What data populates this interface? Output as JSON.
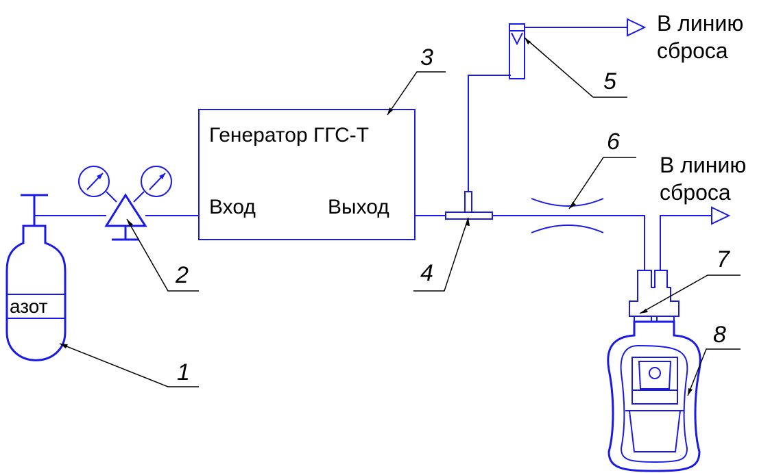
{
  "cylinder": {
    "label": "азот"
  },
  "generator": {
    "title": "Генератор ГГС-Т",
    "input_label": "Вход",
    "output_label": "Выход"
  },
  "exhaust_top": {
    "line1": "В линию",
    "line2": "сброса"
  },
  "exhaust_mid": {
    "line1": "В линию",
    "line2": "сброса"
  },
  "callouts": {
    "n1": "1",
    "n2": "2",
    "n3": "3",
    "n4": "4",
    "n5": "5",
    "n6": "6",
    "n7": "7",
    "n8": "8"
  },
  "colors": {
    "line": "#1a1ae6",
    "leader": "#000000"
  }
}
